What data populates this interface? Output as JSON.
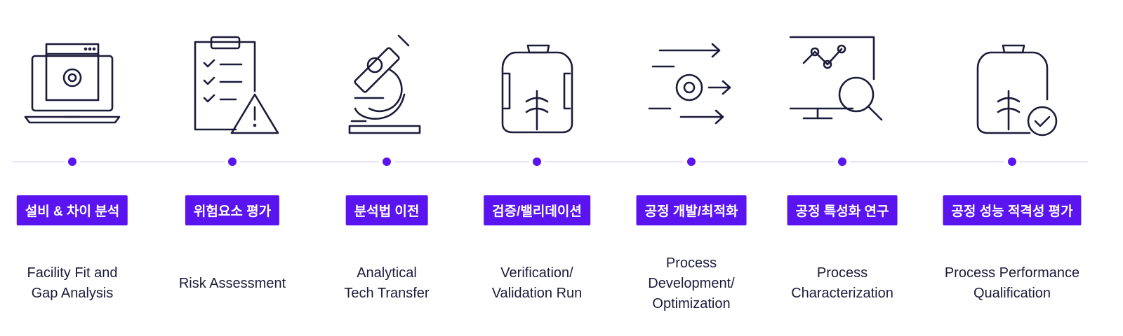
{
  "accent": "#5a14f0",
  "steps": [
    {
      "ko": "설비 & 차이 분석",
      "en": "Facility Fit and\nGap Analysis",
      "icon": "laptop-gear-icon"
    },
    {
      "ko": "위험요소 평가",
      "en": "Risk Assessment",
      "icon": "clipboard-warning-icon"
    },
    {
      "ko": "분석법 이전",
      "en": "Analytical\nTech Transfer",
      "icon": "microscope-icon"
    },
    {
      "ko": "검증/밸리데이션",
      "en": "Verification/\nValidation Run",
      "icon": "bioreactor-bag-icon"
    },
    {
      "ko": "공정 개발/최적화",
      "en": "Process\nDevelopment/\nOptimization",
      "icon": "gear-arrows-icon"
    },
    {
      "ko": "공정 특성화 연구",
      "en": "Process\nCharacterization",
      "icon": "monitor-magnifier-icon"
    },
    {
      "ko": "공정 성능 적격성 평가",
      "en": "Process Performance\nQualification",
      "icon": "bioreactor-check-icon"
    }
  ]
}
